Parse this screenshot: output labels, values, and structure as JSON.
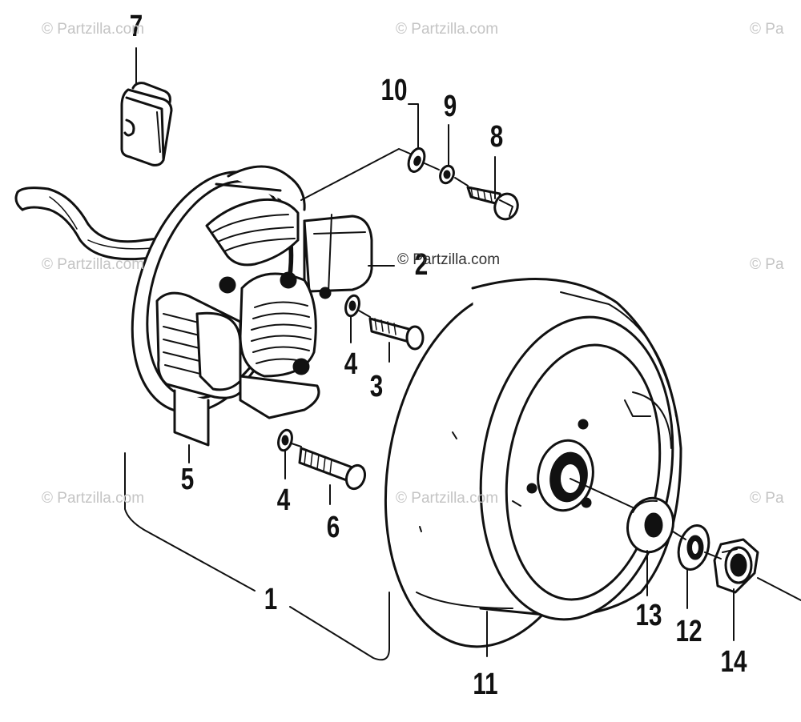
{
  "callouts": {
    "p1": "1",
    "p2": "2",
    "p3": "3",
    "p4a": "4",
    "p4b": "4",
    "p5": "5",
    "p6": "6",
    "p7": "7",
    "p8": "8",
    "p9": "9",
    "p10": "10",
    "p11": "11",
    "p12": "12",
    "p13": "13",
    "p14": "14"
  },
  "watermark": "© Partzilla.com",
  "watermark_clipped": "© Pa",
  "colors": {
    "ink": "#111111",
    "watermark": "#c4c4c4",
    "paper": "#ffffff"
  }
}
